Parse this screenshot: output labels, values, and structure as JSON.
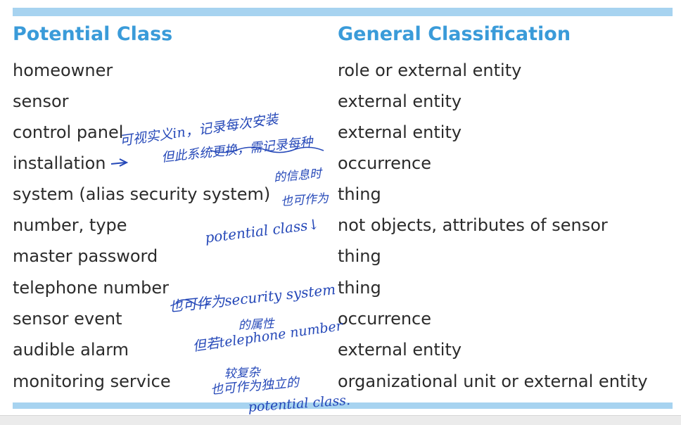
{
  "table": {
    "headers": {
      "potential_class": "Potential Class",
      "general_classification": "General Classification"
    },
    "rows": [
      {
        "potential_class": "homeowner",
        "classification": "role or external entity"
      },
      {
        "potential_class": "sensor",
        "classification": "external entity"
      },
      {
        "potential_class": "control panel",
        "classification": "external entity"
      },
      {
        "potential_class": "installation",
        "classification": "occurrence"
      },
      {
        "potential_class": "system (alias security system)",
        "classification": "thing"
      },
      {
        "potential_class": "number, type",
        "classification": "not objects, attributes of sensor"
      },
      {
        "potential_class": "master password",
        "classification": "thing"
      },
      {
        "potential_class": "telephone number",
        "classification": "thing"
      },
      {
        "potential_class": "sensor event",
        "classification": "occurrence"
      },
      {
        "potential_class": "audible alarm",
        "classification": "external entity"
      },
      {
        "potential_class": "monitoring service",
        "classification": "organizational unit or external entity"
      }
    ]
  },
  "annotations": {
    "note_1_line_1": "可视实义in，记录每次安装",
    "note_1_line_2": "但此系统更换，需记录每种",
    "note_1_line_3": "的信息时",
    "note_1_line_4": "也可作为",
    "note_1_line_5": "potential class↓",
    "note_2_line_1": "也可作为security system",
    "note_2_line_2": "的属性",
    "note_2_line_3": "但若telephone number",
    "note_2_line_4": "较复杂",
    "note_2_line_5": "也可作为独立的",
    "note_2_line_6": "potential class."
  }
}
